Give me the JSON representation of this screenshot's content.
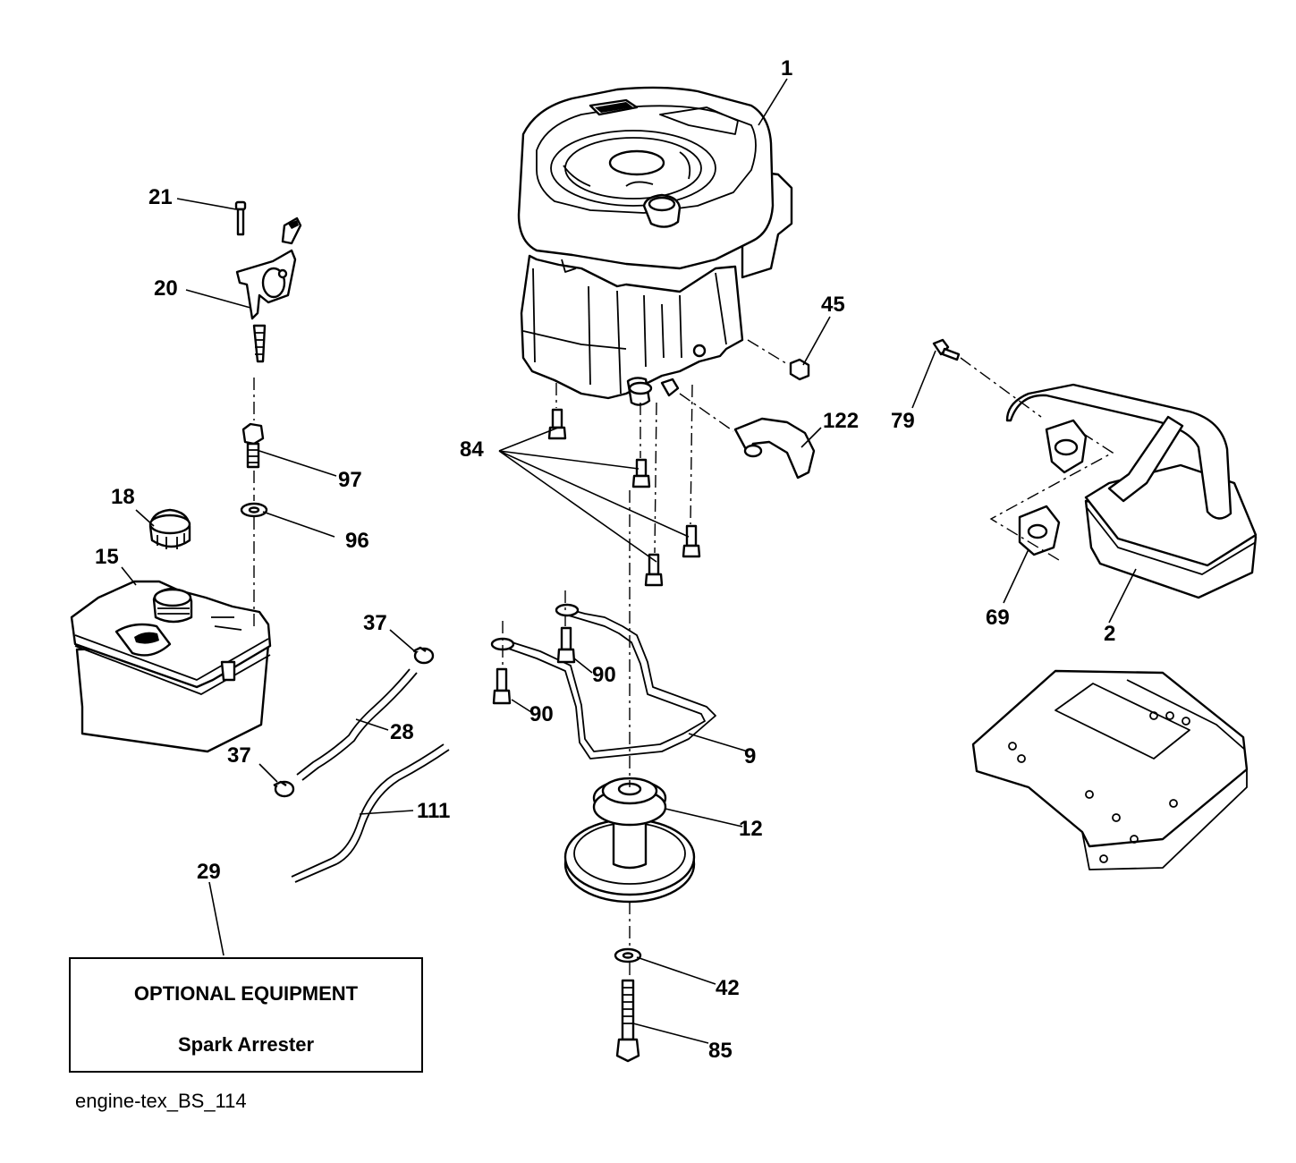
{
  "callouts": {
    "c1": "1",
    "c2": "2",
    "c9": "9",
    "c12": "12",
    "c15": "15",
    "c18": "18",
    "c20": "20",
    "c21": "21",
    "c28": "28",
    "c29": "29",
    "c37a": "37",
    "c37b": "37",
    "c42": "42",
    "c45": "45",
    "c69": "69",
    "c79": "79",
    "c84": "84",
    "c85": "85",
    "c90a": "90",
    "c90b": "90",
    "c96": "96",
    "c97": "97",
    "c111": "111",
    "c122": "122"
  },
  "optional_box": {
    "title": "OPTIONAL EQUIPMENT",
    "item": "Spark Arrester"
  },
  "footer": {
    "code": "engine-tex_BS_114"
  },
  "parts": [
    {
      "ref": "1",
      "name": "engine"
    },
    {
      "ref": "2",
      "name": "muffler"
    },
    {
      "ref": "9",
      "name": "belt-guide"
    },
    {
      "ref": "12",
      "name": "pulley"
    },
    {
      "ref": "15",
      "name": "fuel-tank"
    },
    {
      "ref": "18",
      "name": "fuel-cap"
    },
    {
      "ref": "20",
      "name": "throttle-control"
    },
    {
      "ref": "21",
      "name": "screw"
    },
    {
      "ref": "28",
      "name": "fuel-hose"
    },
    {
      "ref": "29",
      "name": "optional-equipment"
    },
    {
      "ref": "37",
      "name": "hose-clamp"
    },
    {
      "ref": "42",
      "name": "washer"
    },
    {
      "ref": "45",
      "name": "nut"
    },
    {
      "ref": "69",
      "name": "gasket"
    },
    {
      "ref": "79",
      "name": "bolt"
    },
    {
      "ref": "84",
      "name": "engine-bolt"
    },
    {
      "ref": "85",
      "name": "pulley-bolt"
    },
    {
      "ref": "90",
      "name": "guide-bolt"
    },
    {
      "ref": "96",
      "name": "tank-washer"
    },
    {
      "ref": "97",
      "name": "tank-bolt"
    },
    {
      "ref": "111",
      "name": "vent-hose"
    },
    {
      "ref": "122",
      "name": "heat-shield"
    }
  ]
}
